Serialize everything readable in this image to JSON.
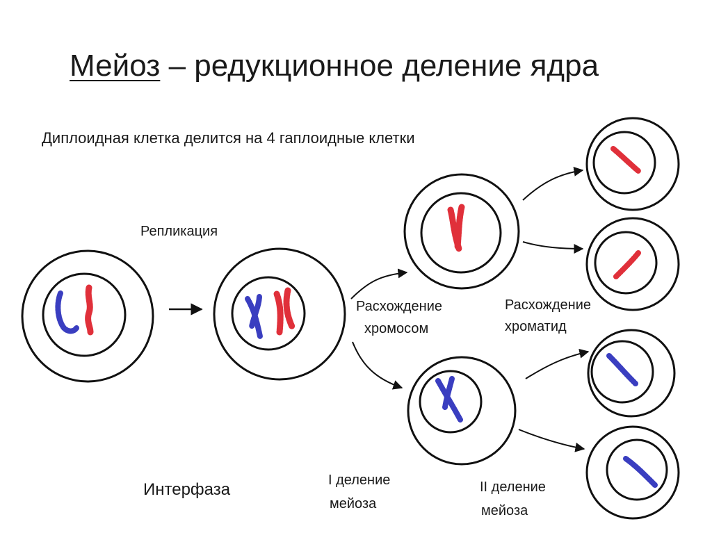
{
  "title": {
    "term": "Мейоз",
    "rest": " – редукционное деление ядра"
  },
  "subtitle": "Диплоидная клетка делится на 4 гаплоидные клетки",
  "labels": {
    "replication": "Репликация",
    "chromosome_separation_1": "Расхождение",
    "chromosome_separation_2": "хромосом",
    "chromatid_separation_1": "Расхождение",
    "chromatid_separation_2": "хроматид",
    "interphase": "Интерфаза",
    "meiosis_1_line1": "I деление",
    "meiosis_1_line2": "мейоза",
    "meiosis_2_line1": "II деление",
    "meiosis_2_line2": "мейоза"
  },
  "colors": {
    "paternal": "#e0303a",
    "maternal": "#3a3ec0",
    "outline": "#111111"
  },
  "cells": [
    {
      "stage": "interphase",
      "chromosomes": [
        "maternal",
        "paternal"
      ]
    },
    {
      "stage": "replicated",
      "chromosomes": [
        "maternal",
        "paternal"
      ]
    },
    {
      "stage": "meiosis-I",
      "chromosomes": [
        "paternal"
      ]
    },
    {
      "stage": "meiosis-I",
      "chromosomes": [
        "maternal"
      ]
    },
    {
      "stage": "meiosis-II",
      "chromosomes": [
        "paternal"
      ]
    },
    {
      "stage": "meiosis-II",
      "chromosomes": [
        "paternal"
      ]
    },
    {
      "stage": "meiosis-II",
      "chromosomes": [
        "maternal"
      ]
    },
    {
      "stage": "meiosis-II",
      "chromosomes": [
        "maternal"
      ]
    }
  ]
}
